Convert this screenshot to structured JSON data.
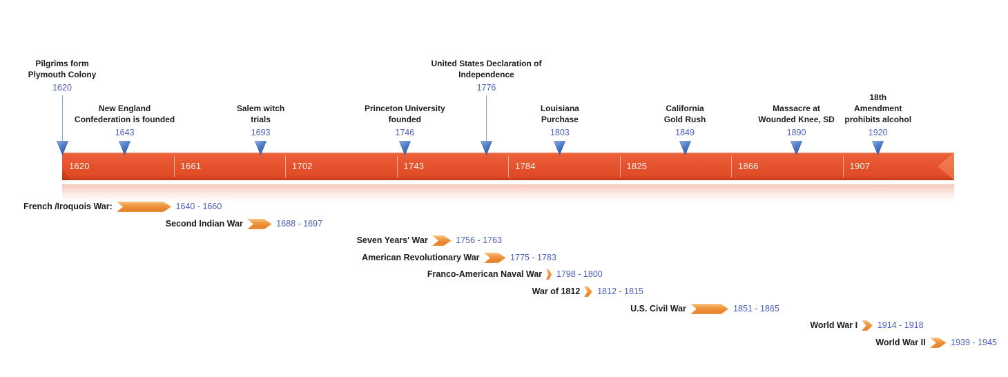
{
  "title": "American history timeline",
  "timeline": {
    "start_year": 1620,
    "end_year": 1948,
    "years_per_segment": 41,
    "segments": [
      "1620",
      "1661",
      "1702",
      "1743",
      "1784",
      "1825",
      "1866",
      "1907"
    ]
  },
  "events": [
    {
      "lines": [
        "Pilgrims form",
        "Plymouth Colony"
      ],
      "year": "1620",
      "level": "high"
    },
    {
      "lines": [
        "New England",
        "Confederation is founded"
      ],
      "year": "1643",
      "level": "normal"
    },
    {
      "lines": [
        "Salem witch",
        "trials"
      ],
      "year": "1693",
      "level": "normal"
    },
    {
      "lines": [
        "Princeton University",
        "founded"
      ],
      "year": "1746",
      "level": "normal"
    },
    {
      "lines": [
        "United States Declaration of",
        "Independence"
      ],
      "year": "1776",
      "level": "high"
    },
    {
      "lines": [
        "Louisiana",
        "Purchase"
      ],
      "year": "1803",
      "level": "normal"
    },
    {
      "lines": [
        "California",
        "Gold Rush"
      ],
      "year": "1849",
      "level": "normal"
    },
    {
      "lines": [
        "Massacre at",
        "Wounded Knee, SD"
      ],
      "year": "1890",
      "level": "normal"
    },
    {
      "lines": [
        "18th",
        "Amendment",
        "prohibits alcohol"
      ],
      "year": "1920",
      "level": "normal"
    }
  ],
  "wars": [
    {
      "label": "French /Iroquois War:",
      "start": 1640,
      "end": 1660,
      "dates": "1640 - 1660"
    },
    {
      "label": "Second Indian War",
      "start": 1688,
      "end": 1697,
      "dates": "1688 - 1697"
    },
    {
      "label": "Seven Years' War",
      "start": 1756,
      "end": 1763,
      "dates": "1756 - 1763"
    },
    {
      "label": "American Revolutionary War",
      "start": 1775,
      "end": 1783,
      "dates": "1775 - 1783"
    },
    {
      "label": "Franco-American Naval War",
      "start": 1798,
      "end": 1800,
      "dates": "1798 - 1800"
    },
    {
      "label": "War of 1812",
      "start": 1812,
      "end": 1815,
      "dates": "1812 - 1815"
    },
    {
      "label": "U.S. Civil War",
      "start": 1851,
      "end": 1865,
      "dates": "1851 - 1865"
    },
    {
      "label": "World War I",
      "start": 1914,
      "end": 1918,
      "dates": "1914 - 1918"
    },
    {
      "label": "World War II",
      "start": 1939,
      "end": 1945,
      "dates": "1939 - 1945"
    }
  ],
  "icons": {
    "event_marker": "triangle-down",
    "war_duration": "chevron-arrow-right"
  },
  "colors": {
    "bar_orange_top": "#EC613B",
    "bar_orange_bottom": "#DD4824",
    "bar_year_text": "#FFF6F2",
    "marker_blue": "#4F7AC8",
    "year_date_blue": "#4A5CC5",
    "label_black": "#1C1C1C",
    "arrow_orange": "#F19A44",
    "background": "#FFFFFF"
  }
}
